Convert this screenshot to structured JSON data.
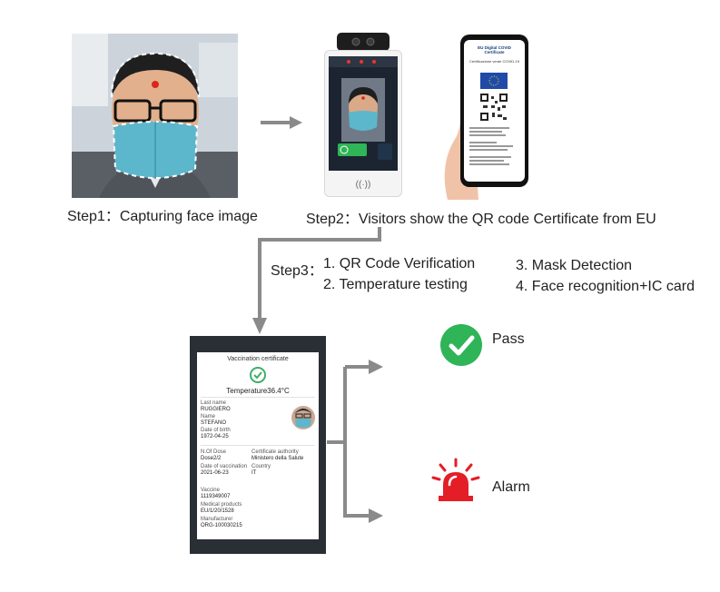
{
  "captions": {
    "step1": "Step1：Capturing face image",
    "step2": "Step2：Visitors show the QR code Certificate from EU"
  },
  "step3": {
    "label": "Step3：",
    "items": [
      "1. QR Code Verification",
      "2. Temperature testing",
      "3. Mask Detection",
      "4. Face recognition+IC card"
    ]
  },
  "phone_cert": {
    "title": "EU Digital COVID Certificate",
    "subtitle": "Certificazione verde COVID-19"
  },
  "result_screen": {
    "title": "Vaccination certificate",
    "temperature": "Temperature36.4°C",
    "fields": [
      {
        "label": "Last name",
        "value": "RUGGIERO"
      },
      {
        "label": "Name",
        "value": "STEFANO"
      },
      {
        "label": "Date of birth",
        "value": "1972-04-25"
      },
      {
        "label": "N.Of Dose",
        "value": "Dose2/2"
      },
      {
        "label": "Certificate authority",
        "value": "Ministero della Salute"
      },
      {
        "label": "Date of vaccination",
        "value": "2021-06-23"
      },
      {
        "label": "Country",
        "value": "IT"
      },
      {
        "label": "Vaccine",
        "value": "1119349007"
      },
      {
        "label": "Medical products",
        "value": "EU/1/20/1528"
      },
      {
        "label": "Manufacturer",
        "value": "ORG-100030215"
      }
    ]
  },
  "outcomes": {
    "pass": "Pass",
    "alarm": "Alarm"
  },
  "colors": {
    "arrow": "#8a8a8a",
    "pass": "#2fb457",
    "alarm": "#e41e26",
    "check": "#3fae6a"
  },
  "icons": {
    "pass": "check-circle-icon",
    "alarm": "siren-icon"
  }
}
